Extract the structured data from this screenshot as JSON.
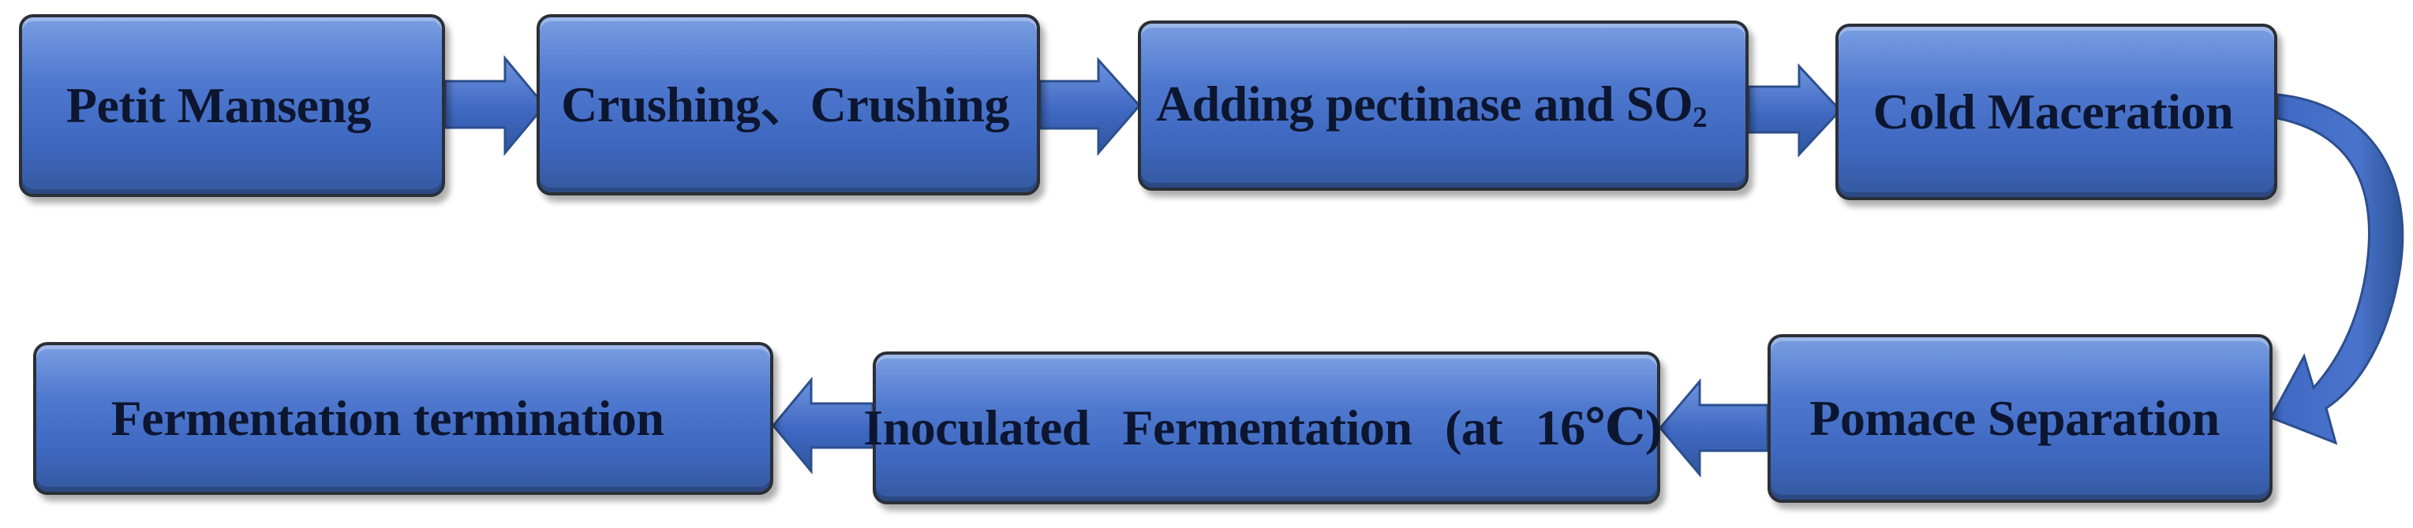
{
  "diagram": {
    "steps": [
      {
        "label": "Petit Manseng"
      },
      {
        "label": "Crushing、Crushing"
      },
      {
        "label": "Adding pectinase and SO",
        "subscript": "2"
      },
      {
        "label": "Cold Maceration"
      },
      {
        "label": "Pomace Separation"
      },
      {
        "label": "Inoculated Fermentation (at 16℃)"
      },
      {
        "label": "Fermentation termination"
      }
    ],
    "colors": {
      "box_fill": "#4f79cf",
      "box_border": "#2b2f36",
      "arrow_fill": "#4a74cc",
      "text": "#0d1630"
    }
  }
}
